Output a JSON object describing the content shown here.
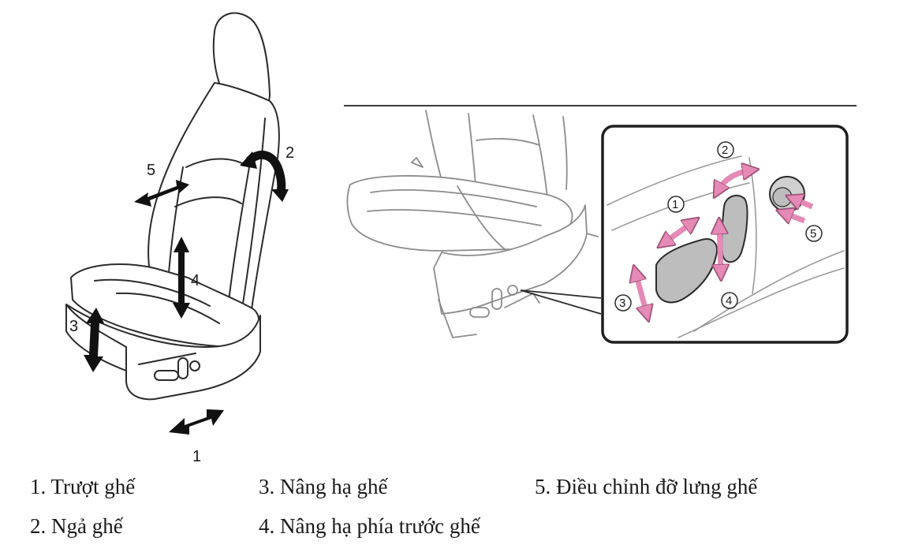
{
  "diagram": {
    "left_seat_labels": [
      "1",
      "2",
      "3",
      "4",
      "5"
    ],
    "callout_labels": [
      "1",
      "2",
      "3",
      "4",
      "5"
    ],
    "colors": {
      "line": "#2b2b2b",
      "arrow_dark": "#111111",
      "arrow_pink": "#e58ab6",
      "switch_gray": "#bdbdbd"
    }
  },
  "legend": {
    "item1": "1. Trượt ghế",
    "item2": "2. Ngả ghế",
    "item3": "3. Nâng hạ ghế",
    "item4": "4. Nâng hạ phía trước ghế",
    "item5": "5. Điều chỉnh đỡ lưng ghế"
  }
}
